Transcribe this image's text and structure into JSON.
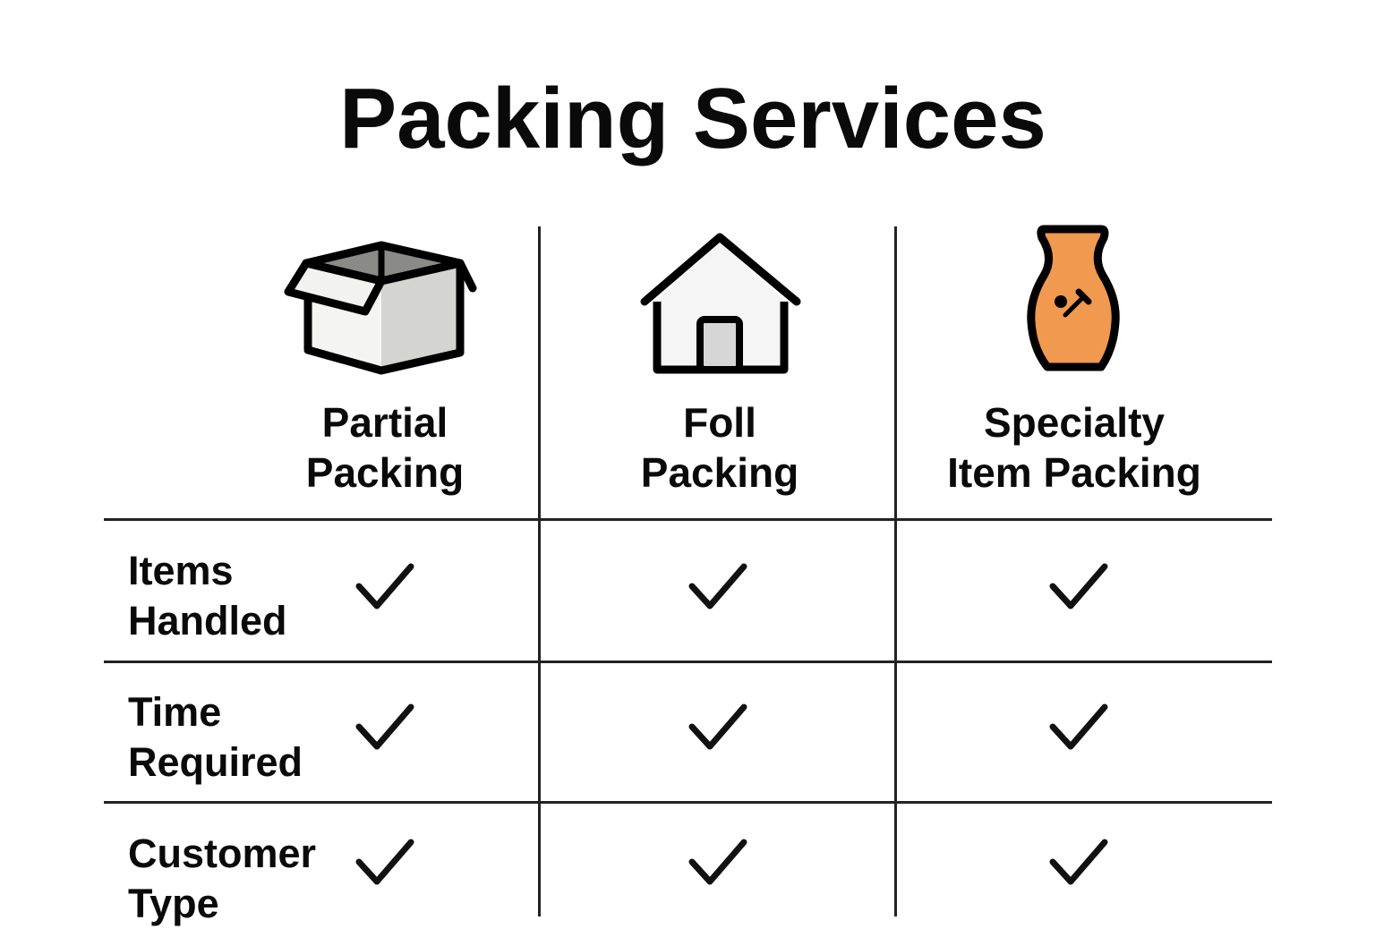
{
  "title": "Packing Services",
  "columns": [
    {
      "label_line1": "Partial",
      "label_line2": "Packing",
      "icon": "open-box-icon"
    },
    {
      "label_line1": "Foll",
      "label_line2": "Packing",
      "icon": "house-icon"
    },
    {
      "label_line1": "Specialty",
      "label_line2": "Item Packing",
      "icon": "vase-icon"
    }
  ],
  "rows": [
    {
      "label_line1": "Items",
      "label_line2": "Handled",
      "values": [
        "check",
        "check",
        "check"
      ]
    },
    {
      "label_line1": "Time",
      "label_line2": "Required",
      "values": [
        "check",
        "check",
        "check"
      ]
    },
    {
      "label_line1": "Customer",
      "label_line2": "Type",
      "values": [
        "check",
        "check",
        "check"
      ]
    }
  ],
  "colors": {
    "vase_fill": "#F0994F",
    "line": "#222222",
    "text": "#0a0a0a"
  }
}
